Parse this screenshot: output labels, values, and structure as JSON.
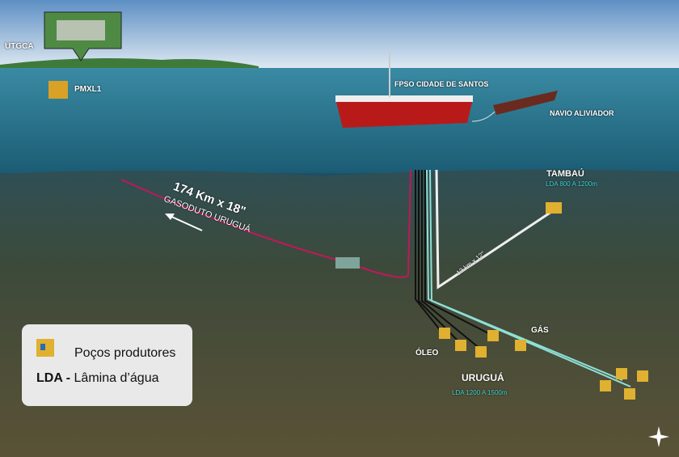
{
  "labels": {
    "utgca": "UTGCA",
    "pmxl1": "PMXL1",
    "fpso": "FPSO CIDADE DE SANTOS",
    "navio": "NAVIO ALIVIADOR",
    "pipeline_size": "174 Km x 18\"",
    "pipeline_name": "GASODUTO URUGUÁ",
    "tambau": "TAMBAÚ",
    "tambau_lda": "LDA 800 A 1200m",
    "tambau_line": "13 km x 12\"",
    "gas": "GÁS",
    "oleo": "ÓLEO",
    "urugua": "URUGUÁ",
    "urugua_lda": "LDA 1200 A 1500m"
  },
  "legend": {
    "wells": "Poços produtores",
    "lda_abbr": "LDA -",
    "lda_text": "Lâmina d’água"
  },
  "colors": {
    "gas_line": "#8ee0d8",
    "oil_line": "#111111",
    "export_line": "#c0185a",
    "lda": "#3fd6d6"
  }
}
